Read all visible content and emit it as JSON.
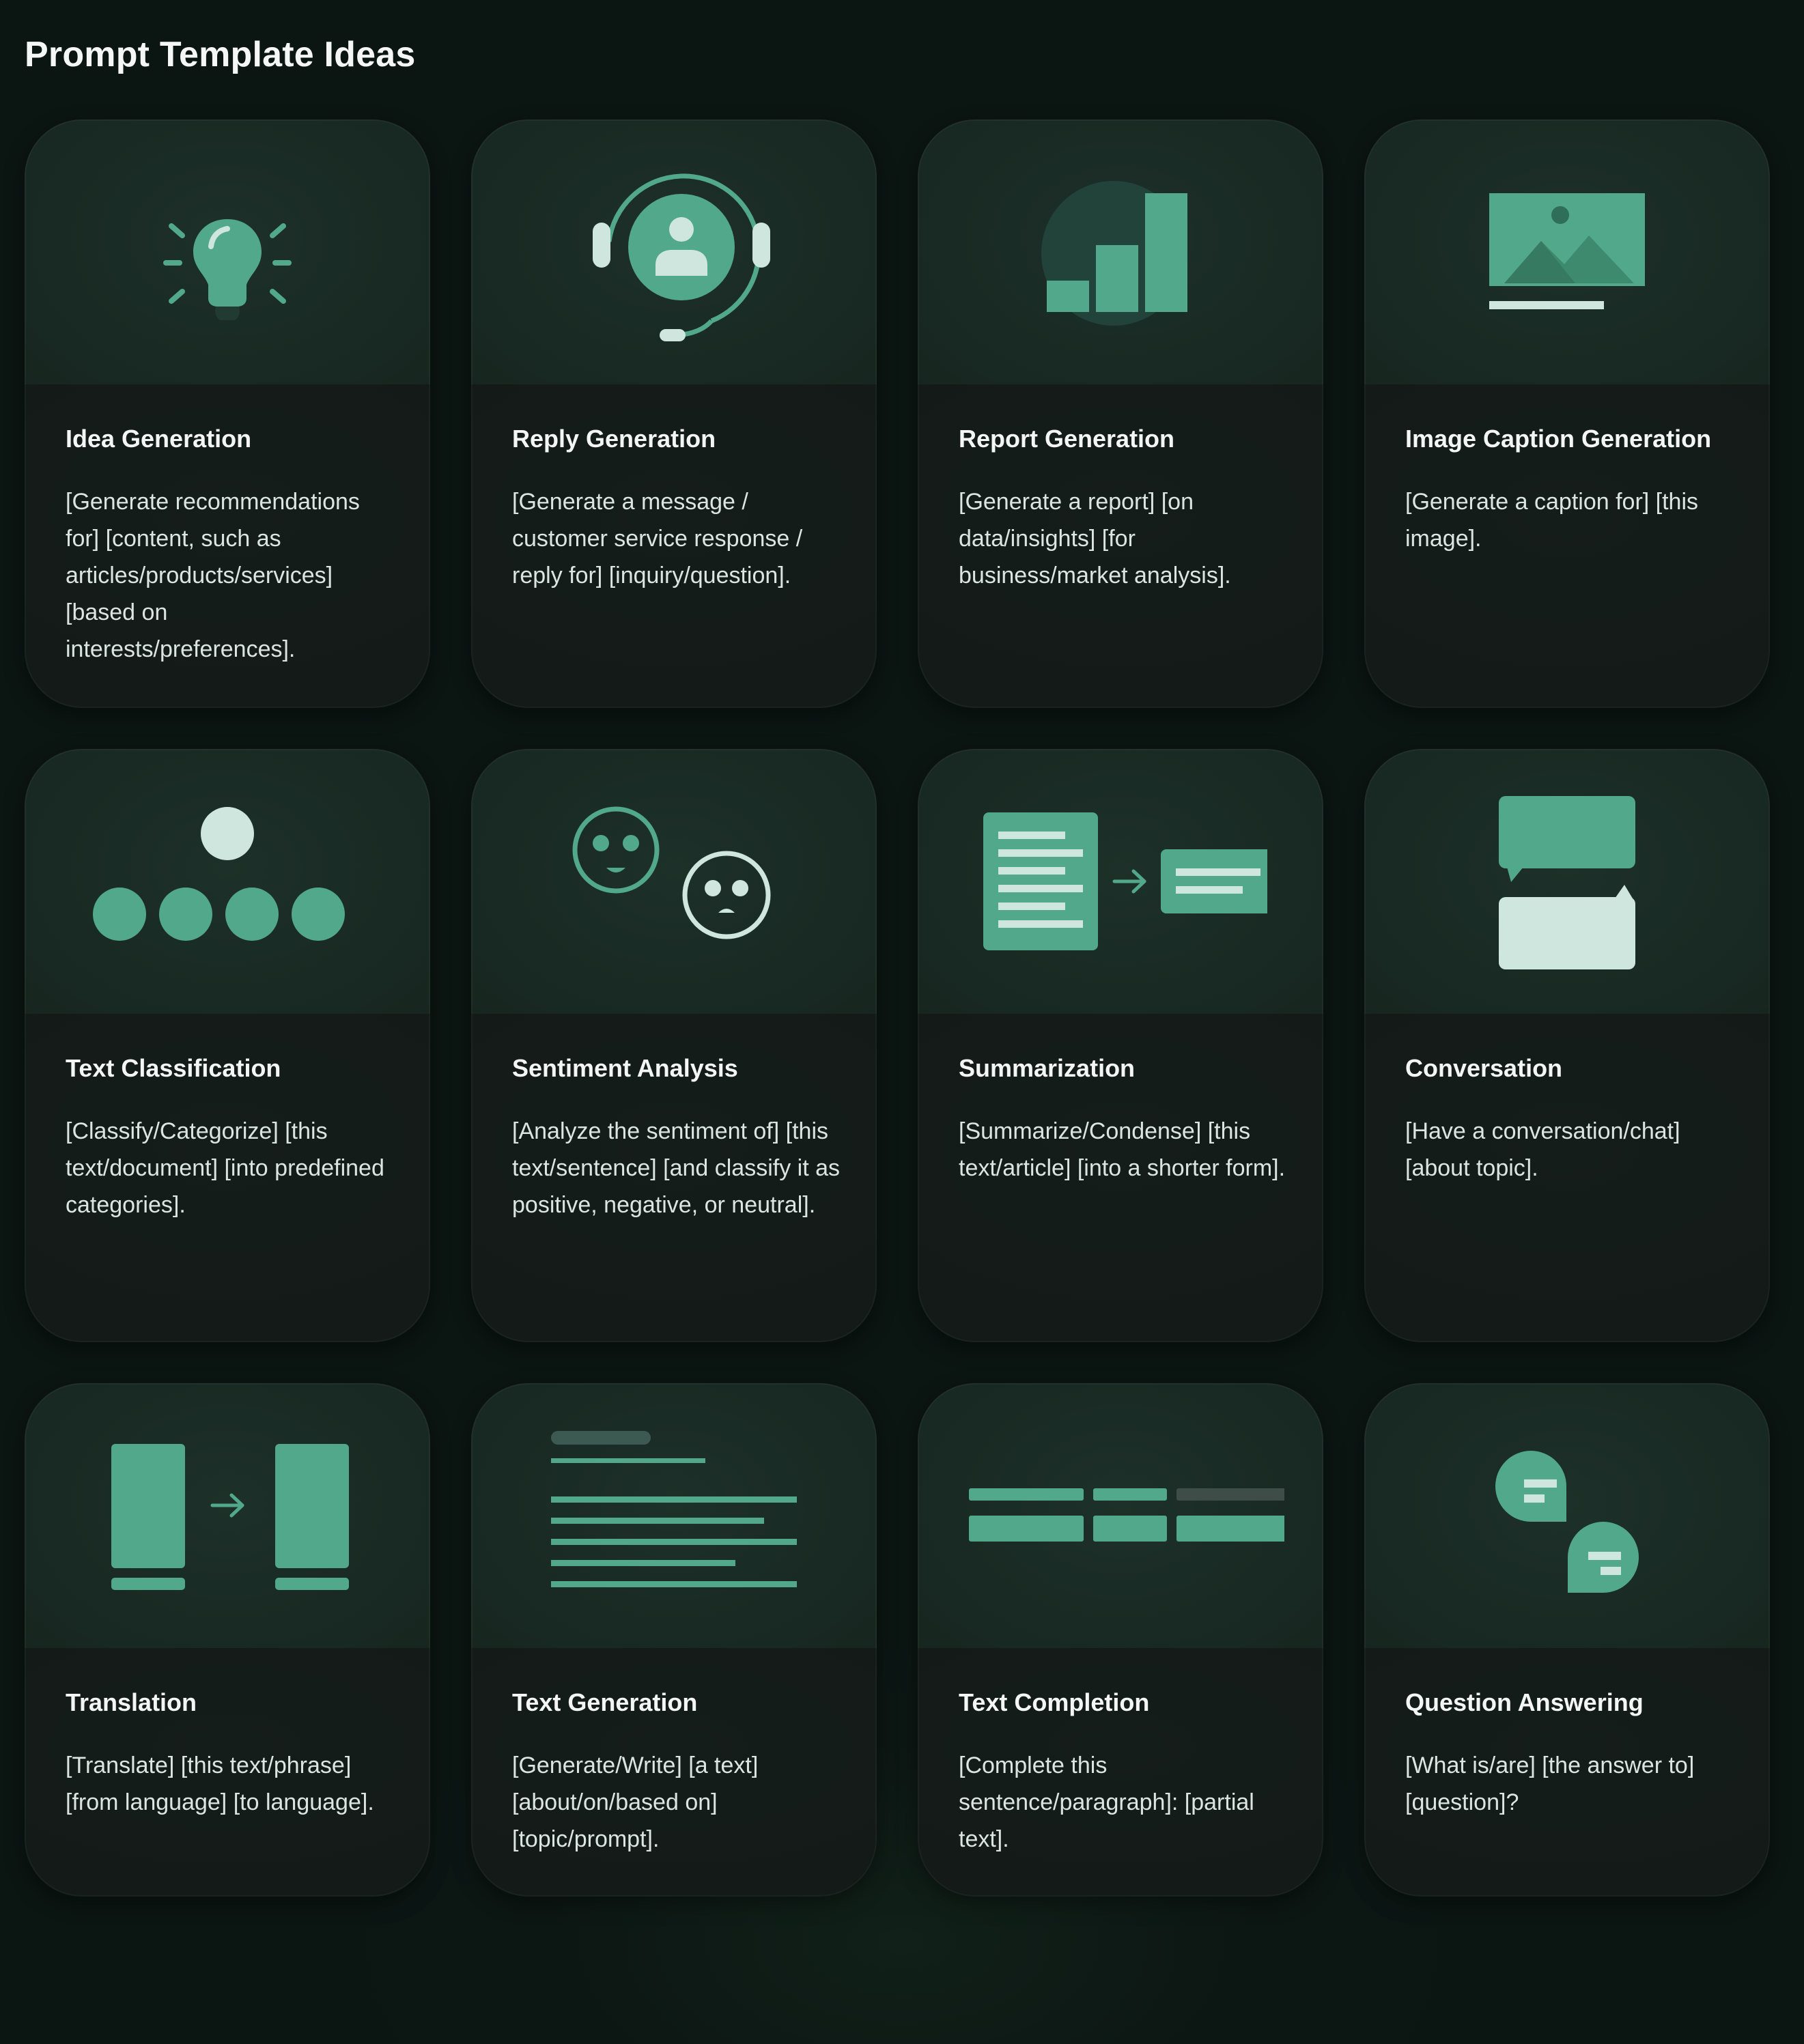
{
  "page": {
    "title": "Prompt Template Ideas"
  },
  "colors": {
    "accent": "#52a88a",
    "accent_light": "#cfe6de",
    "background": "#0b1512",
    "card": "#141b19",
    "illustration_bg": "#1a2b25"
  },
  "cards": [
    {
      "title": "Idea Generation",
      "description": "[Generate recommendations for] [content, such as articles/products/services] [based on interests/preferences].",
      "icon": "lightbulb-icon"
    },
    {
      "title": "Reply Generation",
      "description": "[Generate a message / customer service response / reply for] [inquiry/question].",
      "icon": "headset-support-icon"
    },
    {
      "title": "Report Generation",
      "description": "[Generate a report] [on data/insights] [for business/market analysis].",
      "icon": "bar-chart-icon"
    },
    {
      "title": "Image Caption Generation",
      "description": "[Generate a caption for] [this image].",
      "icon": "image-caption-icon"
    },
    {
      "title": "Text Classification",
      "description": "[Classify/Categorize] [this text/document] [into predefined categories].",
      "icon": "classification-dots-icon"
    },
    {
      "title": "Sentiment Analysis",
      "description": "[Analyze the sentiment of] [this text/sentence] [and classify it as positive, negative, or neutral].",
      "icon": "sentiment-faces-icon"
    },
    {
      "title": "Summarization",
      "description": "[Summarize/Condense] [this text/article] [into a shorter form].",
      "icon": "document-summary-icon"
    },
    {
      "title": "Conversation",
      "description": "[Have a conversation/chat] [about topic].",
      "icon": "chat-bubbles-icon"
    },
    {
      "title": "Translation",
      "description": "[Translate] [this text/phrase] [from language] [to language].",
      "icon": "translation-icon"
    },
    {
      "title": "Text Generation",
      "description": "[Generate/Write] [a text] [about/on/based on] [topic/prompt].",
      "icon": "text-lines-icon"
    },
    {
      "title": "Text Completion",
      "description": "[Complete this sentence/paragraph]: [partial text].",
      "icon": "text-completion-icon"
    },
    {
      "title": "Question Answering",
      "description": "[What is/are] [the answer to] [question]?",
      "icon": "question-answer-bubbles-icon"
    }
  ]
}
